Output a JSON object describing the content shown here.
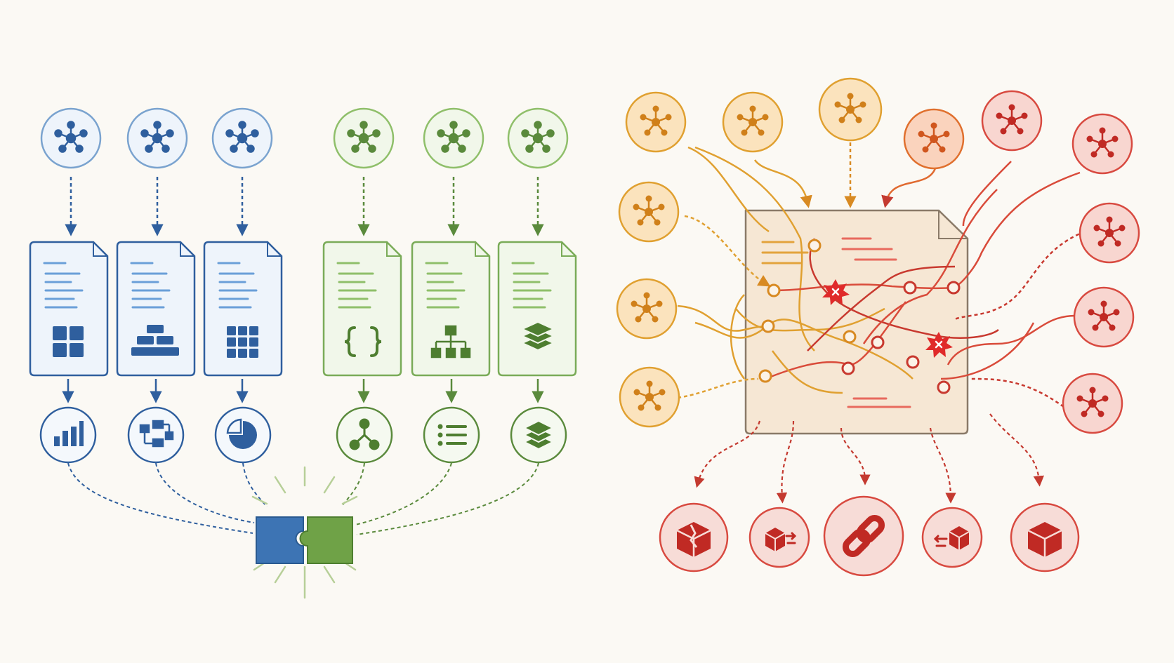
{
  "left_panel": {
    "blue_group": {
      "color": "#2f5f9e",
      "light": "#dfe9f5",
      "line": "#5b8fd0",
      "columns": [
        {
          "agent_icon": "network-node-icon",
          "doc_icon": "grid-four-icon",
          "output_icon": "bar-chart-icon"
        },
        {
          "agent_icon": "network-node-icon",
          "doc_icon": "stacked-blocks-icon",
          "output_icon": "flowchart-icon"
        },
        {
          "agent_icon": "network-node-icon",
          "doc_icon": "grid-nine-icon",
          "output_icon": "pie-chart-icon"
        }
      ]
    },
    "green_group": {
      "color": "#5a8a3c",
      "light": "#eef5e6",
      "line": "#8fbf6a",
      "columns": [
        {
          "agent_icon": "network-node-icon",
          "doc_icon": "curly-braces-icon",
          "output_icon": "tree-node-icon"
        },
        {
          "agent_icon": "network-node-icon",
          "doc_icon": "hierarchy-icon",
          "output_icon": "list-icon"
        },
        {
          "agent_icon": "network-node-icon",
          "doc_icon": "layers-icon",
          "output_icon": "layers-icon"
        }
      ]
    },
    "merge_icon": "puzzle-pieces-icon"
  },
  "right_panel": {
    "colors": {
      "orange": "#e0a030",
      "red": "#cc3333",
      "peach": "#f6e7d4"
    },
    "agents": [
      {
        "tone": "orange"
      },
      {
        "tone": "orange"
      },
      {
        "tone": "orange"
      },
      {
        "tone": "orange-red"
      },
      {
        "tone": "red"
      },
      {
        "tone": "red"
      },
      {
        "tone": "orange"
      },
      {
        "tone": "orange"
      },
      {
        "tone": "orange"
      },
      {
        "tone": "red"
      },
      {
        "tone": "red"
      },
      {
        "tone": "red"
      }
    ],
    "conflict_icon": "collision-burst-icon",
    "outputs": [
      {
        "icon": "broken-box-icon"
      },
      {
        "icon": "box-exchange-icon"
      },
      {
        "icon": "chain-link-icon"
      },
      {
        "icon": "box-return-icon"
      },
      {
        "icon": "cube-icon"
      }
    ]
  }
}
